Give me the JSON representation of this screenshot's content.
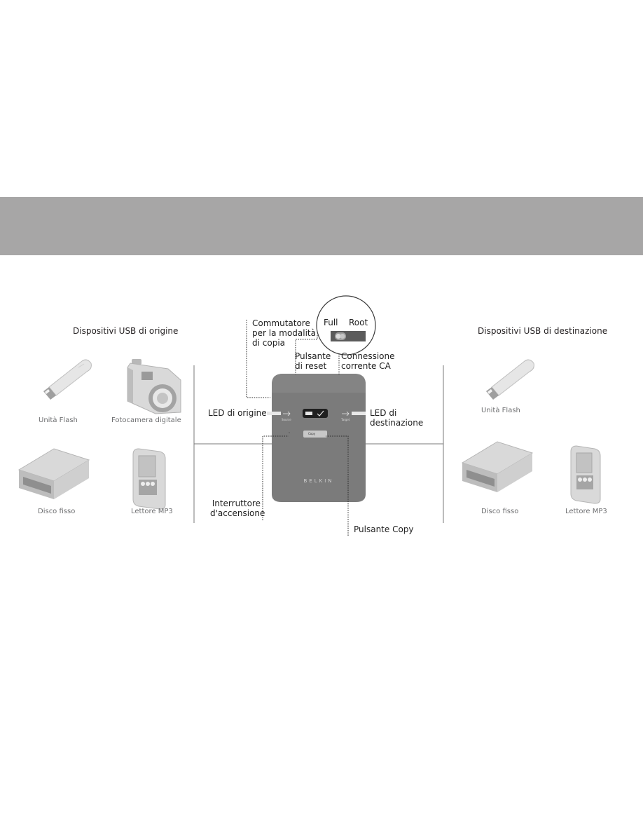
{
  "header_band_color": "#a7a6a6",
  "device_color": "#7b7b7b",
  "accent_color": "#cfcfcf",
  "source": {
    "title": "Dispositivi USB di origine",
    "devices": [
      {
        "label": "Unità Flash",
        "icon": "usb-flash-drive-icon"
      },
      {
        "label": "Fotocamera digitale",
        "icon": "digital-camera-icon"
      },
      {
        "label": "Disco fisso",
        "icon": "hard-drive-icon"
      },
      {
        "label": "Lettore MP3",
        "icon": "mp3-player-icon"
      }
    ]
  },
  "destination": {
    "title": "Dispositivi USB di destinazione",
    "devices": [
      {
        "label": "Unità Flash",
        "icon": "usb-flash-drive-icon"
      },
      {
        "label": "Disco fisso",
        "icon": "hard-drive-icon"
      },
      {
        "label": "Lettore MP3",
        "icon": "mp3-player-icon"
      }
    ]
  },
  "mode_switch": {
    "lines": [
      "Commutatore",
      "per la modalità",
      "di copia"
    ],
    "full_label": "Full",
    "root_label": "Root"
  },
  "callouts": {
    "reset": [
      "Pulsante",
      "di reset"
    ],
    "power": [
      "Connessione",
      "corrente CA"
    ],
    "source_led": [
      "LED di origine"
    ],
    "dest_led": [
      "LED di",
      "destinazione"
    ],
    "on_off": [
      "Interruttore",
      "d'accensione"
    ],
    "copy": [
      "Pulsante Copy"
    ]
  },
  "device": {
    "brand": "BELKIN",
    "copy_button": "Copy",
    "source_led_text": "Source",
    "dest_led_text": "Target"
  }
}
